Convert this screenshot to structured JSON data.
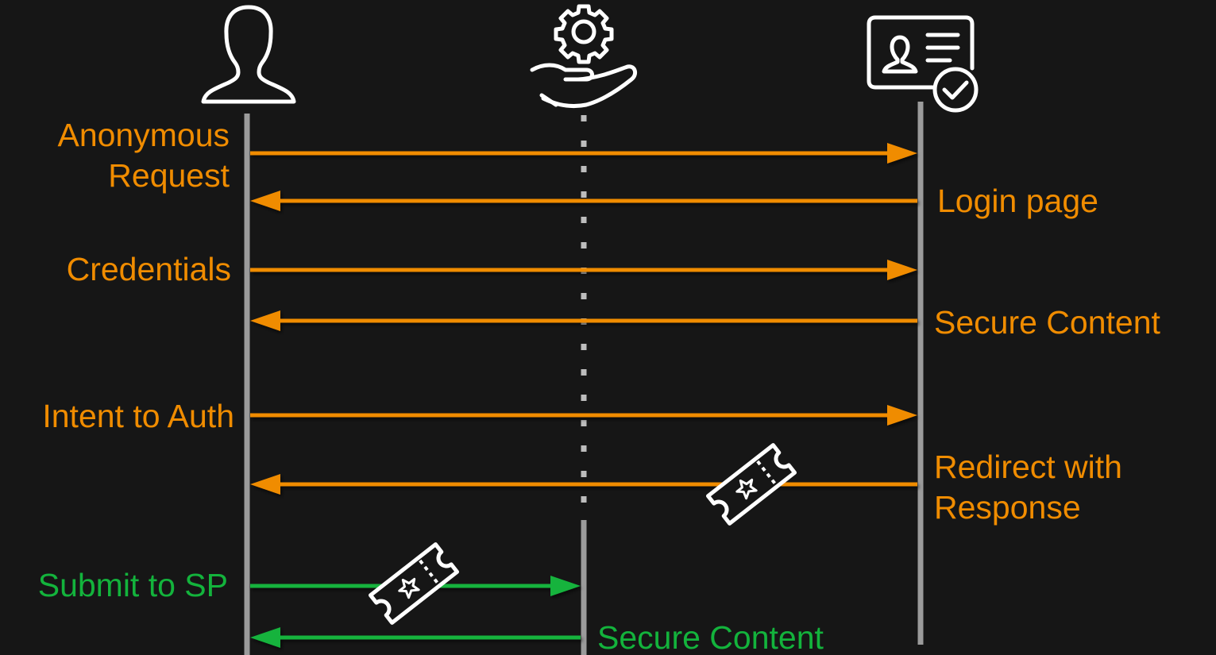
{
  "colors": {
    "background": "#161616",
    "lifeline": "#9b9b9b",
    "idp_message": "#f08c00",
    "sp_message": "#13b33c",
    "icon_stroke": "#ffffff"
  },
  "participants": [
    {
      "name": "user",
      "icon": "user-silhouette-icon"
    },
    {
      "name": "service-provider",
      "icon": "gear-hand-icon"
    },
    {
      "name": "identity-provider",
      "icon": "id-card-check-icon"
    }
  ],
  "messages": [
    {
      "label": "Anonymous\nRequest",
      "from": "user",
      "to": "identity-provider",
      "color": "#f08c00"
    },
    {
      "label": "Login page",
      "from": "identity-provider",
      "to": "user",
      "color": "#f08c00"
    },
    {
      "label": "Credentials",
      "from": "user",
      "to": "identity-provider",
      "color": "#f08c00"
    },
    {
      "label": "Secure Content",
      "from": "identity-provider",
      "to": "user",
      "color": "#f08c00"
    },
    {
      "label": "Intent to Auth",
      "from": "user",
      "to": "identity-provider",
      "color": "#f08c00"
    },
    {
      "label": "Redirect with\nResponse",
      "from": "identity-provider",
      "to": "user",
      "color": "#f08c00",
      "token_icon": "ticket-icon"
    },
    {
      "label": "Submit to SP",
      "from": "user",
      "to": "service-provider",
      "color": "#13b33c",
      "token_icon": "ticket-icon"
    },
    {
      "label": "Secure Content",
      "from": "service-provider",
      "to": "user",
      "color": "#13b33c"
    }
  ]
}
